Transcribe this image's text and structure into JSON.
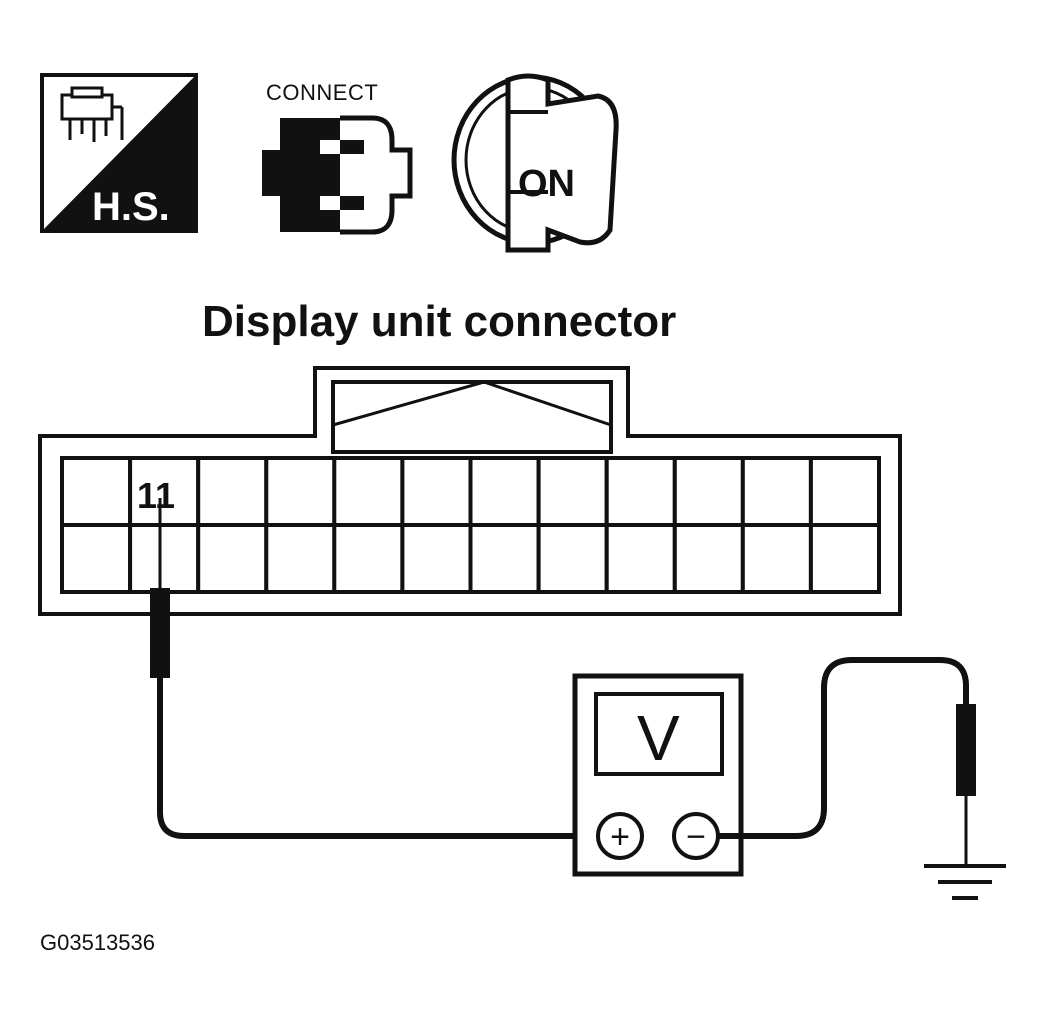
{
  "icons": {
    "harness_side": {
      "label": "H.S.",
      "name": "harness-side-icon"
    },
    "connect": {
      "label": "CONNECT",
      "name": "connector-connect-icon"
    },
    "ignition": {
      "label": "ON",
      "name": "ignition-key-on-icon"
    }
  },
  "title": "Display unit connector",
  "connector": {
    "rows": 2,
    "columns": 12,
    "pin_label": "11"
  },
  "meter": {
    "display": "V",
    "positive": "+",
    "negative": "−"
  },
  "figure_id": "G03513536"
}
